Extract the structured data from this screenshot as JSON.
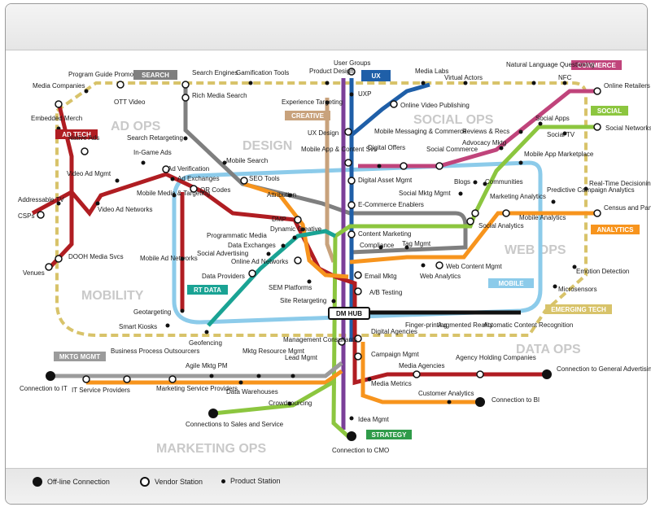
{
  "line_tags": {
    "search": "SEARCH",
    "ux": "UX",
    "commerce": "COMMERCE",
    "social": "SOCIAL",
    "creative": "CREATIVE",
    "ad_tech": "AD TECH",
    "analytics": "ANALYTICS",
    "rt_data": "RT DATA",
    "mobile": "MOBILE",
    "emerging_tech": "EMERGING TECH",
    "mktg_mgmt": "MKTG MGMT",
    "strategy": "STRATEGY",
    "hub": "DM HUB"
  },
  "zones": {
    "ad_ops": "AD OPS",
    "design": "DESIGN",
    "social_ops": "SOCIAL OPS",
    "web_ops": "WEB OPS",
    "mobility": "MOBILITY",
    "data_ops": "DATA OPS",
    "marketing_ops": "MARKETING OPS"
  },
  "stations": {
    "media_companies": "Media Companies",
    "program_guide_promo": "Program Guide Promo",
    "ott_video": "OTT Video",
    "search_engines": "Search Engines",
    "rich_media_search": "Rich Media Search",
    "gamification_tools": "Gamification Tools",
    "product_design": "Product Design",
    "user_groups": "User Groups",
    "uxp": "UXP",
    "media_labs": "Media Labs",
    "virtual_actors": "Virtual Actors",
    "natural_language_questioning": "Natural Language Questioning",
    "nfc": "NFC",
    "online_retailers": "Online Retailers",
    "embedded_merch": "Embedded Merch",
    "experience_targeting": "Experience Targeting",
    "online_video_publishing": "Online Video Publishing",
    "native_ads": "Native Ads",
    "search_retargeting": "Search Retargeting",
    "ux_design": "UX Design",
    "mobile_messaging_commerce": "Mobile Messaging & Commerce",
    "reviews_recs": "Reviews & Recs",
    "social_apps": "Social Apps",
    "social_networks": "Social Networks",
    "social_tv": "Social TV",
    "in_game_ads": "In-Game Ads",
    "mobile_search": "Mobile Search",
    "mobile_app_content_svs": "Mobile App & Content Svs",
    "digital_offers": "Digital Offers",
    "social_commerce": "Social Commerce",
    "advocacy_mktg": "Advocacy Mktg",
    "mobile_app_marketplace": "Mobile App Marketplace",
    "video_ad_mgmt": "Video Ad Mgmt",
    "ad_verification": "Ad Verification",
    "ad_exchanges": "Ad Exchanges",
    "seo_tools": "SEO Tools",
    "digital_asset_mgmt": "Digital Asset Mgmt",
    "social_mktg_mgmt": "Social Mktg Mgmt",
    "blogs": "Blogs",
    "communities": "Communities",
    "real_time_decisioning": "Real-Time Decisioning",
    "addressable_tv": "Addressable TV",
    "mobile_media_targeting": "Mobile Media & Targeting",
    "qr_codes": "QR Codes",
    "predictive_campaign_analytics": "Predictive Campaign Analytics",
    "census_panel_data": "Census and Panel Data",
    "csps": "CSPs",
    "video_ad_networks": "Video Ad Networks",
    "attribution": "Attribution",
    "e_commerce_enablers": "E-Commerce Enablers",
    "marketing_analytics": "Marketing Analytics",
    "mobile_analytics": "Mobile Analytics",
    "dmp": "DMP",
    "dynamic_creative": "Dynamic Creative",
    "social_analytics": "Social Analytics",
    "programmatic_media": "Programmatic Media",
    "content_marketing": "Content Marketing",
    "data_exchanges": "Data Exchanges",
    "compliance": "Compliance",
    "tag_mgmt": "Tag Mgmt",
    "dooh_media_svcs": "DOOH Media Svcs",
    "social_advertising": "Social Advertising",
    "mobile_ad_networks": "Mobile Ad Networks",
    "online_ad_networks": "Online Ad Networks",
    "web_content_mgmt": "Web Content Mgmt",
    "venues": "Venues",
    "emotion_detection": "Emotion Detection",
    "data_providers": "Data Providers",
    "email_mktg": "Email Mktg",
    "web_analytics": "Web Analytics",
    "sem_platforms": "SEM Platforms",
    "microsensors": "Microsensors",
    "ab_testing": "A/B Testing",
    "site_retargeting": "Site Retargeting",
    "geotargeting": "Geotargeting",
    "smart_kiosks": "Smart Kiosks",
    "fingerprinting": "Finger-printing",
    "augmented_reality": "Augmented Reality",
    "automatic_content_recognition": "Automatic Content Recognition",
    "geofencing": "Geofencing",
    "management_consultants": "Management Consultants",
    "digital_agencies": "Digital Agencies",
    "business_process_outsourcers": "Business Process Outsourcers",
    "mktg_resource_mgmt": "Mktg Resource Mgmt",
    "agile_mktg_pm": "Agile Mktg PM",
    "lead_mgmt": "Lead Mgmt",
    "campaign_mgmt": "Campaign Mgmt",
    "agency_holding_companies": "Agency Holding Companies",
    "media_agencies": "Media Agencies",
    "connection_general_advertising": "Connection to General Advertising",
    "connection_to_it": "Connection to IT",
    "it_service_providers": "IT Service Providers",
    "marketing_service_providers": "Marketing Service Providers",
    "data_warehouses": "Data Warehouses",
    "media_metrics": "Media Metrics",
    "customer_analytics": "Customer Analytics",
    "connection_to_bi": "Connection to BI",
    "crowdsourcing": "Crowdsourcing",
    "connections_sales_service": "Connections to Sales and Service",
    "idea_mgmt": "Idea Mgmt",
    "connection_to_cmo": "Connection to CMO"
  },
  "legend": {
    "offline": "Off-line Connection",
    "vendor": "Vendor Station",
    "product": "Product Station"
  },
  "colors": {
    "search": "#7f7f7f",
    "ux": "#1f5fa8",
    "commerce": "#c0447b",
    "social": "#8cc63f",
    "creative": "#c8a27c",
    "ad_tech": "#b01d22",
    "analytics": "#f7941d",
    "rt_data": "#1aa394",
    "mobile": "#8ccbea",
    "emerging_tech": "#d8c36a",
    "mktg_mgmt": "#9b9b9b",
    "strategy": "#2f9b49",
    "purple": "#7a3f98",
    "hub": "#111111"
  }
}
